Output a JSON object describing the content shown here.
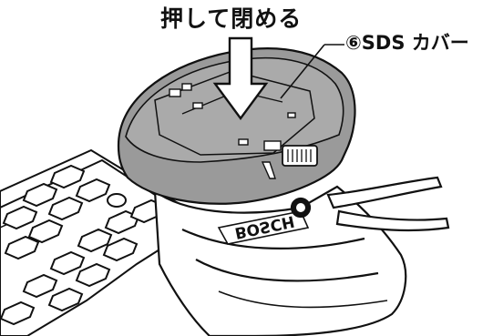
{
  "figure": {
    "instruction": "押して閉める",
    "callout_label": "⑥SDS カバー",
    "brand": "BOSCH"
  },
  "colors": {
    "line": "#111111",
    "cover_fill": "#9a9a9a",
    "cover_top": "#a8a8a8",
    "background": "#ffffff",
    "blade_fill": "#ffffff"
  },
  "icons": {
    "push_arrow": "down-arrow-icon",
    "leader_line": "leader-line"
  }
}
